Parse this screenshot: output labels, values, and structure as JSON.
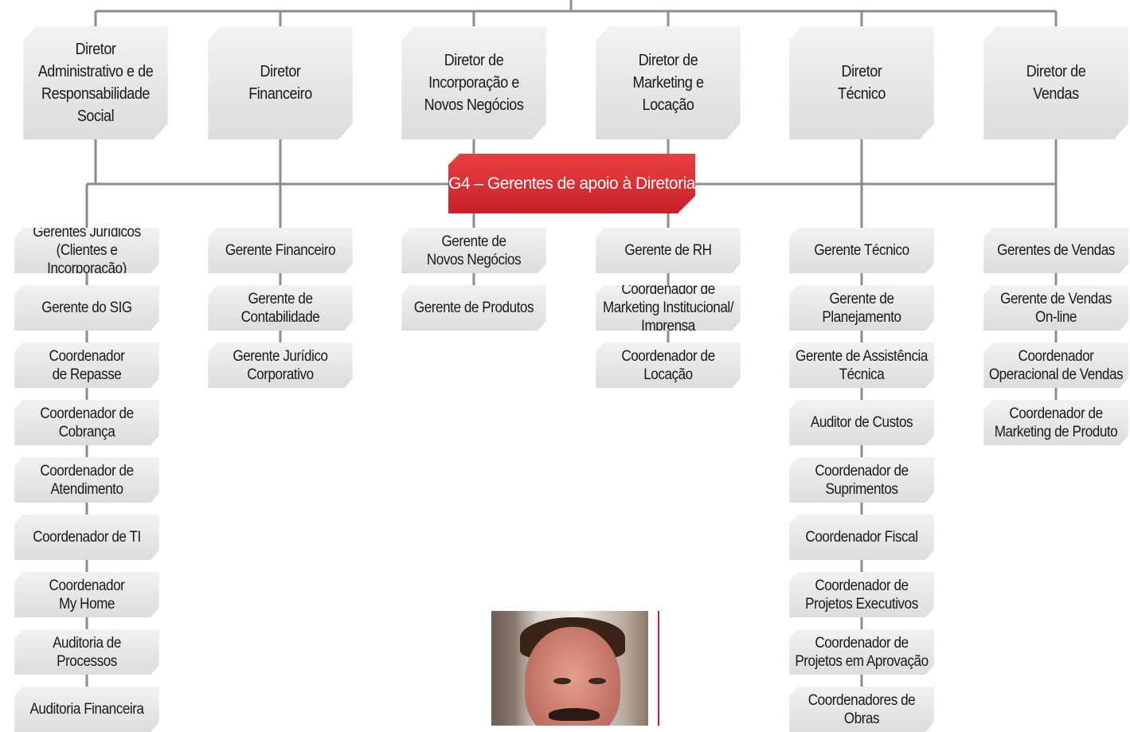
{
  "directors": [
    {
      "label": "Diretor\nAdministrativo e de\nResponsabilidade\nSocial",
      "subordinates": [
        "Gerentes Jurídicos\n(Clientes e Incorporação)",
        "Gerente do SIG",
        "Coordenador\nde Repasse",
        "Coordenador de\nCobrança",
        "Coordenador de\nAtendimento",
        "Coordenador de TI",
        "Coordenador\nMy Home",
        "Auditoria de\nProcessos",
        "Auditoria Financeira"
      ]
    },
    {
      "label": "Diretor\nFinanceiro",
      "subordinates": [
        "Gerente Financeiro",
        "Gerente de\nContabilidade",
        "Gerente Jurídico\nCorporativo"
      ]
    },
    {
      "label": "Diretor de\nIncorporação e\nNovos Negócios",
      "subordinates": [
        "Gerente de\nNovos Negócios",
        "Gerente de Produtos"
      ]
    },
    {
      "label": "Diretor de\nMarketing e\nLocação",
      "subordinates": [
        "Gerente de RH",
        "Coordenador de\nMarketing Institucional/\nImprensa",
        "Coordenador de\nLocação"
      ]
    },
    {
      "label": "Diretor\nTécnico",
      "subordinates": [
        "Gerente Técnico",
        "Gerente de\nPlanejamento",
        "Gerente de Assistência\nTécnica",
        "Auditor de Custos",
        "Coordenador de\nSuprimentos",
        "Coordenador Fiscal",
        "Coordenador de\nProjetos Executivos",
        "Coordenador de\nProjetos em Aprovação",
        "Coordenadores de Obras"
      ]
    },
    {
      "label": "Diretor de\nVendas",
      "subordinates": [
        "Gerentes de Vendas",
        "Gerente de Vendas\nOn-line",
        "Coordenador\nOperacional de Vendas",
        "Coordenador de\nMarketing de Produto"
      ]
    }
  ],
  "g4_label": "G4 – Gerentes de apoio à Diretoria",
  "colors": {
    "line": "#8c8c8c",
    "box": "#e6e6e6",
    "accent": "#d7262e"
  }
}
